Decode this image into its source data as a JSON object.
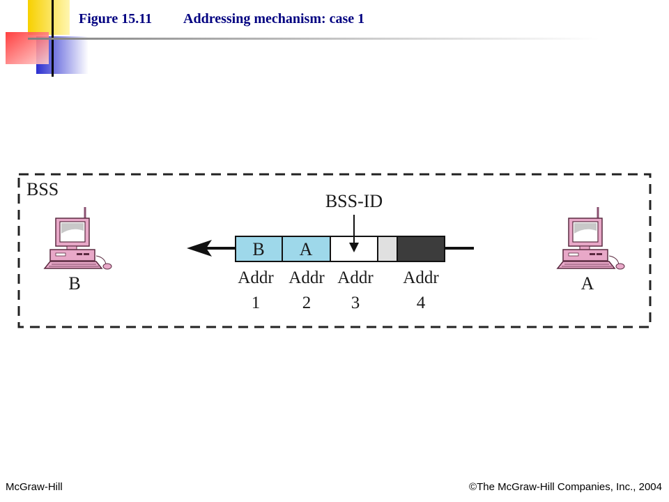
{
  "header": {
    "figure_label": "Figure 15.11",
    "title": "Addressing mechanism: case 1"
  },
  "diagram": {
    "bss_label": "BSS",
    "bss_id_label": "BSS-ID",
    "station_left": "B",
    "station_right": "A",
    "frame_fields": [
      {
        "text": "B",
        "color": "#9ed8ea"
      },
      {
        "text": "A",
        "color": "#9ed8ea"
      },
      {
        "text": "",
        "color": "#ffffff"
      },
      {
        "text": "",
        "color": "#e0e0e0"
      },
      {
        "text": "",
        "color": "#3c3c3c"
      }
    ],
    "addresses": [
      {
        "word": "Addr",
        "num": "1"
      },
      {
        "word": "Addr",
        "num": "2"
      },
      {
        "word": "Addr",
        "num": "3"
      },
      {
        "word": "Addr",
        "num": "4"
      }
    ],
    "computer_color": "#e8a8c8"
  },
  "footer": {
    "publisher": "McGraw-Hill",
    "copyright": "©The McGraw-Hill Companies, Inc., 2004"
  }
}
